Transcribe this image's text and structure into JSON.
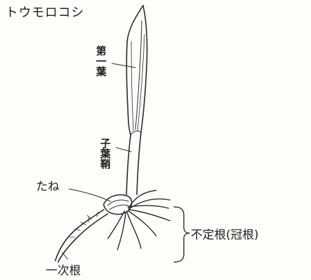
{
  "title": "トウモロコシ",
  "labels": {
    "first_leaf": "第一葉",
    "coleoptile": "子葉鞘",
    "seed": "たね",
    "adventitious_roots": "不定根(冠根)",
    "primary_root": "一次根"
  }
}
